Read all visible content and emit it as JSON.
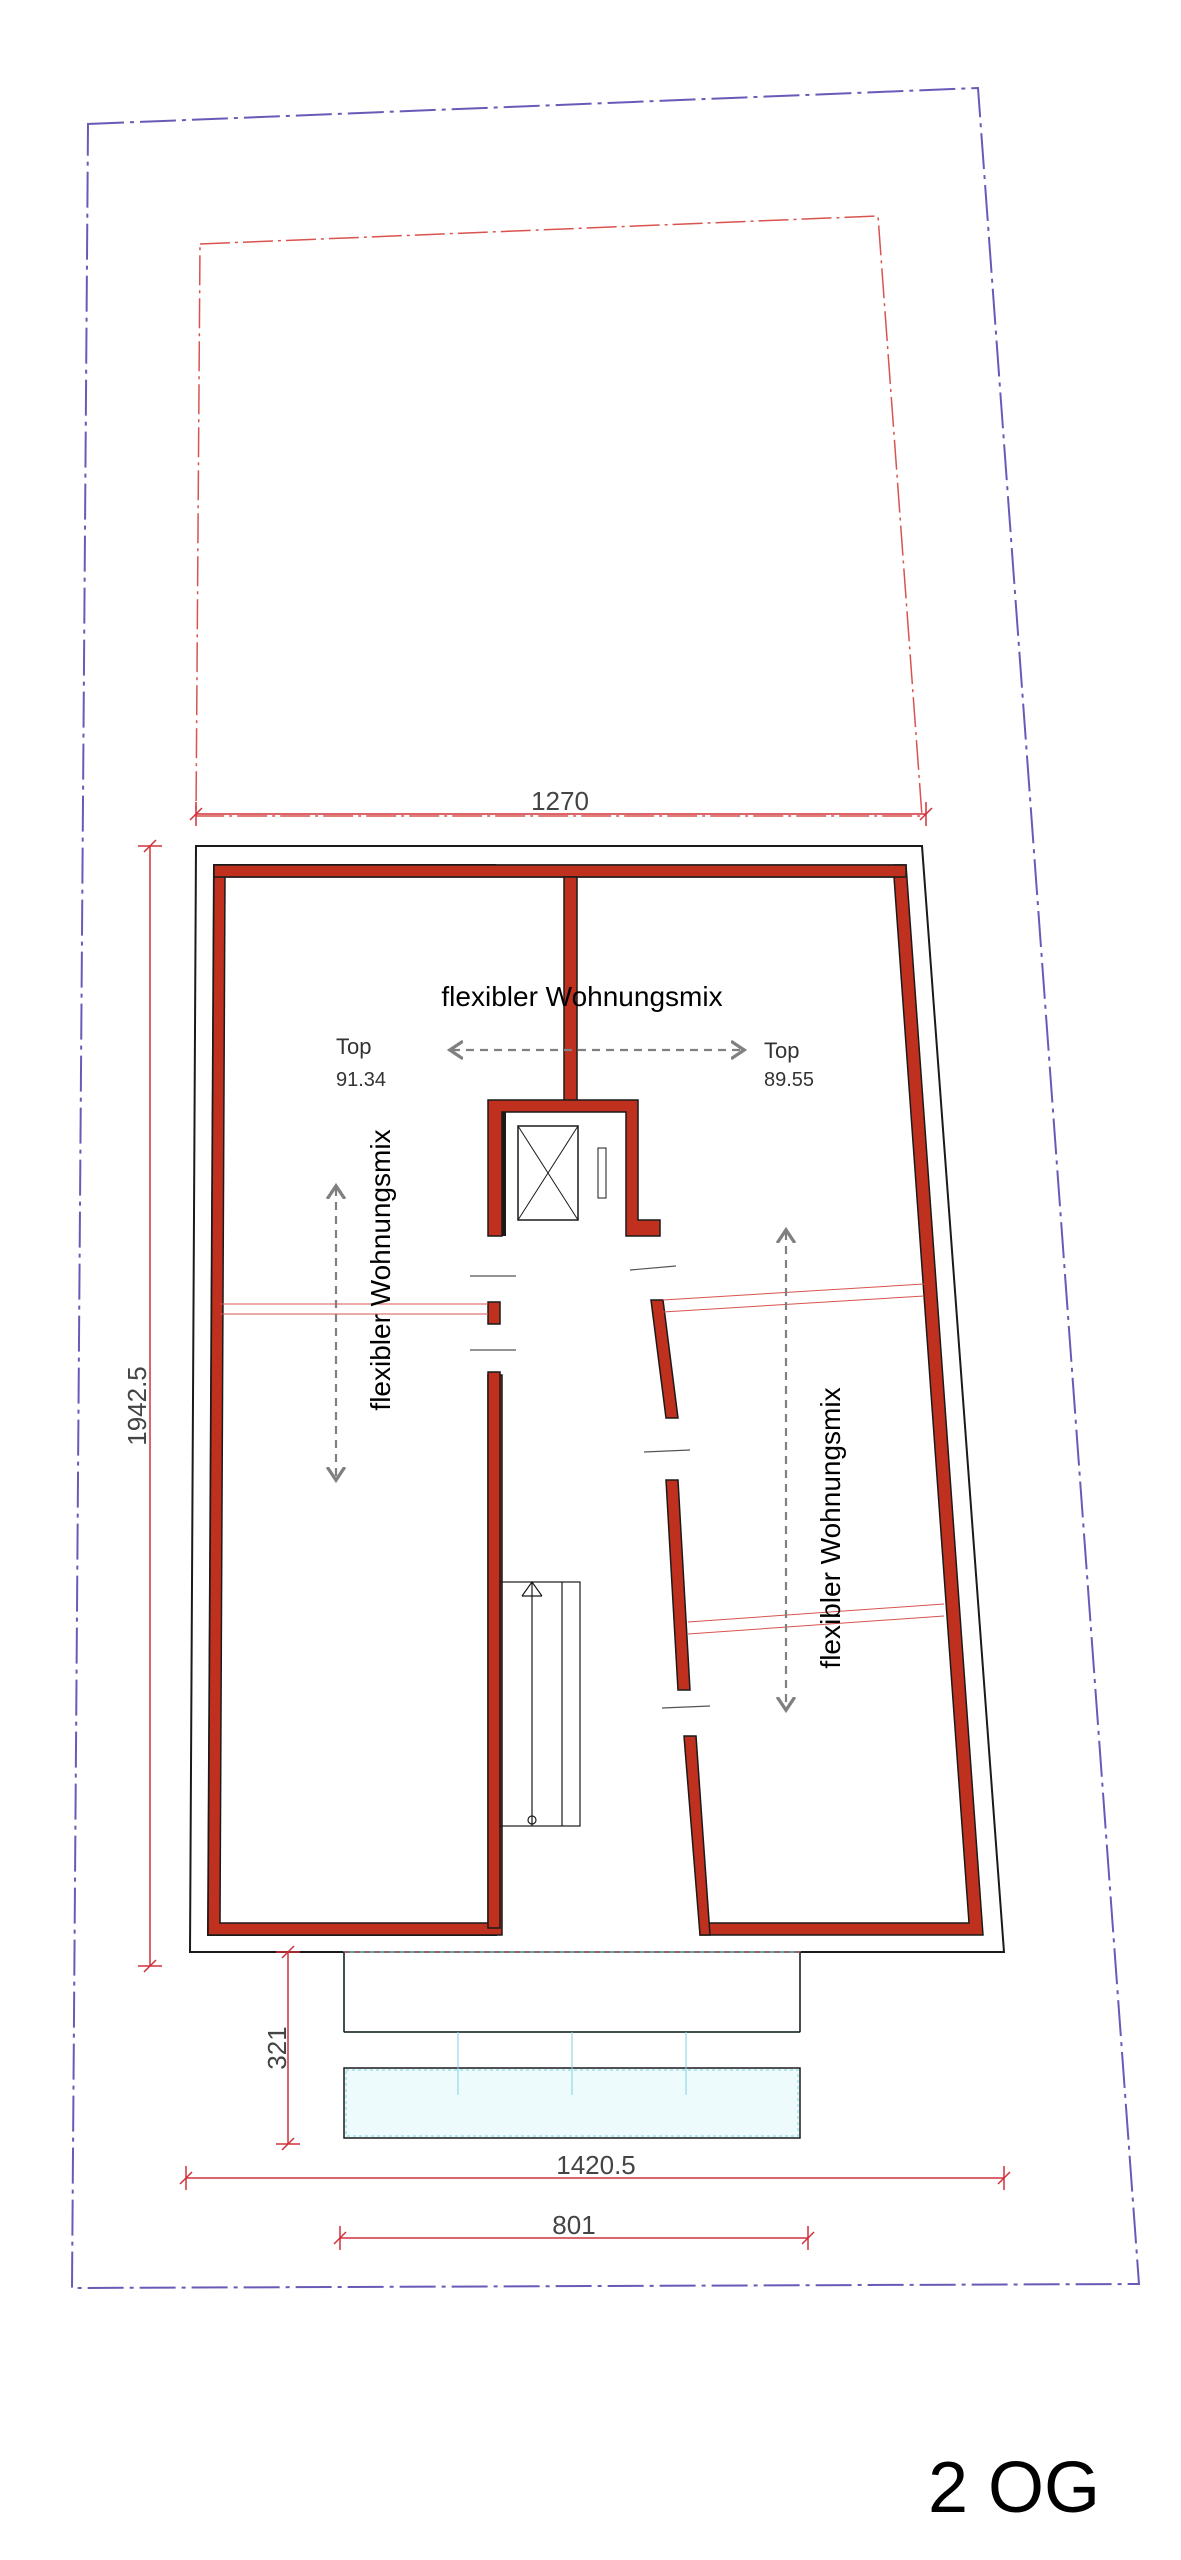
{
  "drawing": {
    "floor_label": "2 OG",
    "colors": {
      "wall": "#c0301f",
      "wall_outline": "#1a1a1a",
      "property_line": "#6a5ab8",
      "building_line": "#d9534f",
      "dimension": "#d0303a",
      "arrow": "#808080",
      "glass": "#7fd3e0"
    }
  },
  "dimensions": {
    "top_width": "1270",
    "left_height": "1942.5",
    "balcony_depth": "321",
    "bottom_width": "1420.5",
    "balcony_width": "801"
  },
  "labels": {
    "mix_top": "flexibler Wohnungsmix",
    "mix_left": "flexibler Wohnungsmix",
    "mix_right": "flexibler Wohnungsmix",
    "top_left_label": "Top",
    "top_left_value": "91.34",
    "top_right_label": "Top",
    "top_right_value": "89.55"
  },
  "icons": {
    "elevator": "elevator-icon",
    "stair": "stair-icon",
    "arrows": "double-arrow-icon"
  }
}
